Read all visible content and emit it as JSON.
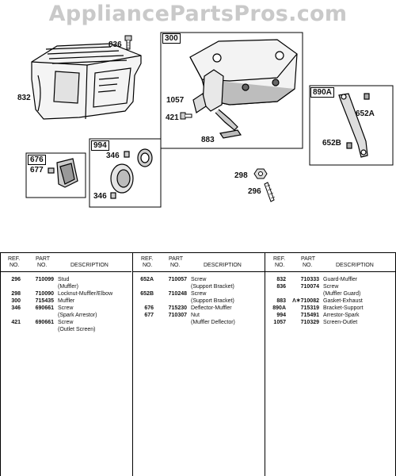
{
  "watermark": "AppliancePartsPros.com",
  "callouts": {
    "c836": "836",
    "c832": "832",
    "c300": "300",
    "c1057": "1057",
    "c421": "421",
    "c883": "883",
    "c890A": "890A",
    "c652A": "652A",
    "c652B": "652B",
    "c676": "676",
    "c677": "677",
    "c994": "994",
    "c346a": "346",
    "c346b": "346",
    "c298": "298",
    "c296": "296"
  },
  "table": {
    "headers": {
      "ref": "REF.",
      "no": "NO.",
      "part": "PART",
      "part_no": "NO.",
      "description": "DESCRIPTION"
    },
    "columns": [
      [
        {
          "ref": "296",
          "part": "710099",
          "desc": "Stud"
        },
        {
          "ref": "",
          "part": "",
          "desc": "(Muffler)"
        },
        {
          "ref": "298",
          "part": "710090",
          "desc": "Locknut-Muffler/Elbow"
        },
        {
          "ref": "300",
          "part": "715435",
          "desc": "Muffler"
        },
        {
          "ref": "346",
          "part": "690661",
          "desc": "Screw"
        },
        {
          "ref": "",
          "part": "",
          "desc": "(Spark Arrestor)"
        },
        {
          "ref": "421",
          "part": "690661",
          "desc": "Screw"
        },
        {
          "ref": "",
          "part": "",
          "desc": "(Outlet Screen)"
        }
      ],
      [
        {
          "ref": "652A",
          "part": "710057",
          "desc": "Screw"
        },
        {
          "ref": "",
          "part": "",
          "desc": "(Support Bracket)"
        },
        {
          "ref": "652B",
          "part": "710248",
          "desc": "Screw"
        },
        {
          "ref": "",
          "part": "",
          "desc": "(Support Bracket)"
        },
        {
          "ref": "676",
          "part": "715230",
          "desc": "Deflector-Muffler"
        },
        {
          "ref": "677",
          "part": "710307",
          "desc": "Nut"
        },
        {
          "ref": "",
          "part": "",
          "desc": "(Muffler Deflector)"
        }
      ],
      [
        {
          "ref": "832",
          "part": "710333",
          "desc": "Guard-Muffler"
        },
        {
          "ref": "836",
          "part": "710074",
          "desc": "Screw"
        },
        {
          "ref": "",
          "part": "",
          "desc": "(Muffler Guard)"
        },
        {
          "ref": "883",
          "part": "Λ✶710082",
          "desc": "Gasket-Exhaust"
        },
        {
          "ref": "890A",
          "part": "715319",
          "desc": "Bracket-Support"
        },
        {
          "ref": "994",
          "part": "715491",
          "desc": "Arrestor-Spark"
        },
        {
          "ref": "1057",
          "part": "710329",
          "desc": "Screen-Outlet"
        }
      ]
    ]
  }
}
